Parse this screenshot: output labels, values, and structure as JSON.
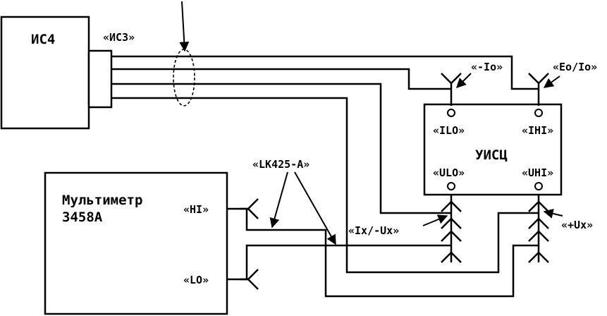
{
  "blocks": {
    "is4": "ИС4",
    "multimeter_line1": "Мультиметр",
    "multimeter_line2": "3458A",
    "uiscz": "УИСЦ"
  },
  "labels": {
    "is3": "«ИС3»",
    "lk425a": "«LK425-A»",
    "minus_io": "«-Io»",
    "eo_io": "«Eo/Io»",
    "ilo": "«ILO»",
    "ihi": "«IHI»",
    "ulo": "«ULO»",
    "uhi": "«UHI»",
    "hi": "«HI»",
    "lo": "«LO»",
    "ix_ux": "«Ix/-Ux»",
    "plus_ux": "«+Ux»"
  }
}
